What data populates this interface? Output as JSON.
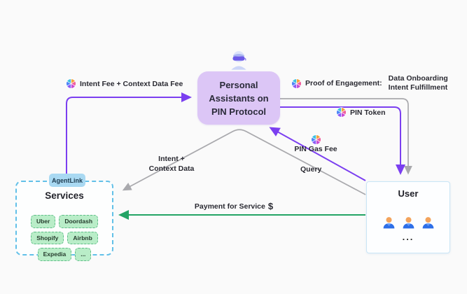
{
  "colors": {
    "purple": "#7b3ff0",
    "gray": "#a9a9ad",
    "green": "#23a465",
    "central_box_bg": "#dcc6f6",
    "services_border": "#62c0e8",
    "chip_bg": "#b9edc8",
    "chip_border": "#5fbe88",
    "agentlink_bg": "#a9d9f2",
    "user_border": "#c9e5f6"
  },
  "central_box": {
    "line1": "Personal",
    "line2": "Assistants on",
    "line3": "PIN Protocol"
  },
  "services": {
    "tab_label": "AgentLink",
    "title": "Services",
    "chips": [
      "Uber",
      "Doordash",
      "Shopify",
      "Airbnb",
      "Expedia",
      "..."
    ]
  },
  "user": {
    "title": "User",
    "more": "..."
  },
  "flows": {
    "intent_fee": "Intent Fee + Context Data Fee",
    "proof_of_engagement": "Proof of Engagement:",
    "proof_item1": "Data Onboarding",
    "proof_item2": "Intent Fulfillment",
    "pin_token": "PIN Token",
    "pin_gas_fee": "PIN Gas Fee",
    "query": "Query",
    "intent_line1": "Intent +",
    "intent_line2": "Context Data",
    "payment": "Payment for Service",
    "payment_currency": "$"
  },
  "icons": {
    "pin_logo": "multicolor-wheel",
    "central_figure": "person-with-vr-headset",
    "user_figure": "person"
  }
}
